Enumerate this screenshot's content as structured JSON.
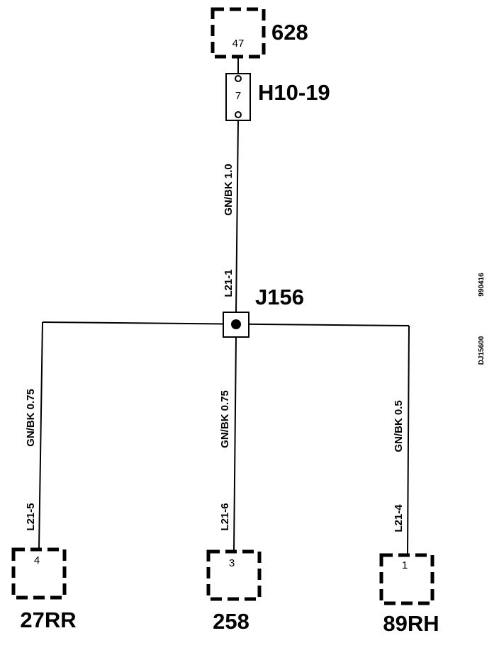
{
  "top_connector": {
    "ref": "628",
    "pin": "47"
  },
  "fuse": {
    "ref": "H10-19",
    "pin": "7"
  },
  "top_wire": {
    "label": "GN/BK 1.0",
    "terminal": "L21-1"
  },
  "junction": {
    "ref": "J156"
  },
  "branches": [
    {
      "ref": "27RR",
      "pin": "4",
      "wire": "GN/BK 0.75",
      "terminal": "L21-5"
    },
    {
      "ref": "258",
      "pin": "3",
      "wire": "GN/BK 0.75",
      "terminal": "L21-6"
    },
    {
      "ref": "89RH",
      "pin": "1",
      "wire": "GN/BK 0.5",
      "terminal": "L21-4"
    }
  ],
  "side_code": {
    "drawing": "DJ15600",
    "date": "990416"
  }
}
